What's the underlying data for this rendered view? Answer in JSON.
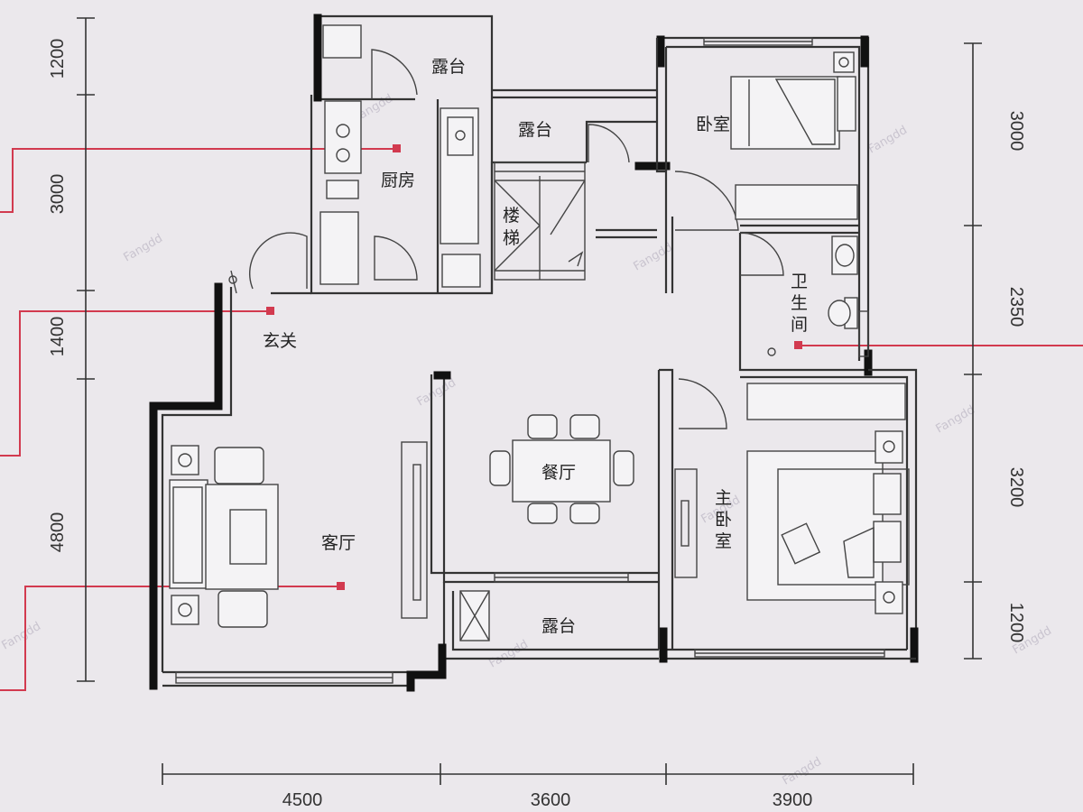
{
  "rooms": {
    "balcony_top": "露台",
    "balcony_mid": "露台",
    "kitchen": "厨房",
    "stair_1": "楼",
    "stair_2": "梯",
    "bedroom": "卧室",
    "bath_1": "卫",
    "bath_2": "生",
    "bath_3": "间",
    "foyer": "玄关",
    "dining": "餐厅",
    "living": "客厅",
    "master_1": "主",
    "master_2": "卧",
    "master_3": "室",
    "balcony_bottom": "露台"
  },
  "dimensions": {
    "left": [
      "1200",
      "3000",
      "1400",
      "4800"
    ],
    "right": [
      "3000",
      "2350",
      "3200",
      "1200"
    ],
    "bottom": [
      "4500",
      "3600",
      "3900"
    ]
  },
  "colors": {
    "background": "#ebe8ec",
    "wall": "#111111",
    "leader": "#d23a4f"
  },
  "watermark": "Fangdd"
}
